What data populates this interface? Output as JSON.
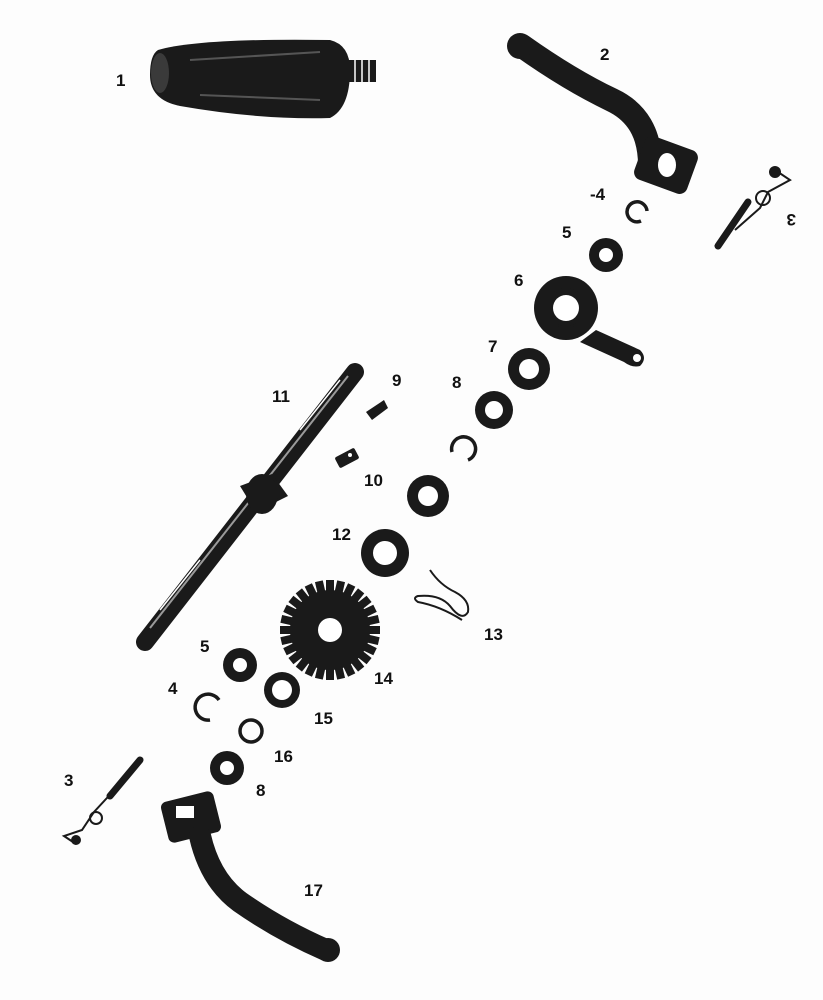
{
  "diagram": {
    "ink_color": "#1a1a1a",
    "labels": {
      "kickstart_rubber": "1",
      "kickstart_lever_top": "2",
      "clip_right": "3",
      "circlip_top": "-4",
      "washer_top": "5",
      "ratchet_arm": "6",
      "washer_7": "7",
      "washer_8_top": "8",
      "key_9": "9",
      "pin_10": "10",
      "kickstart_shaft": "11",
      "washer_12": "12",
      "return_spring": "13",
      "gear": "14",
      "washer_15": "15",
      "circlip_16": "16",
      "clip_left": "3",
      "washer_bottom": "5",
      "circlip_bottom": "4",
      "washer_8_bottom": "8",
      "kickstart_lever_bottom": "17"
    }
  }
}
